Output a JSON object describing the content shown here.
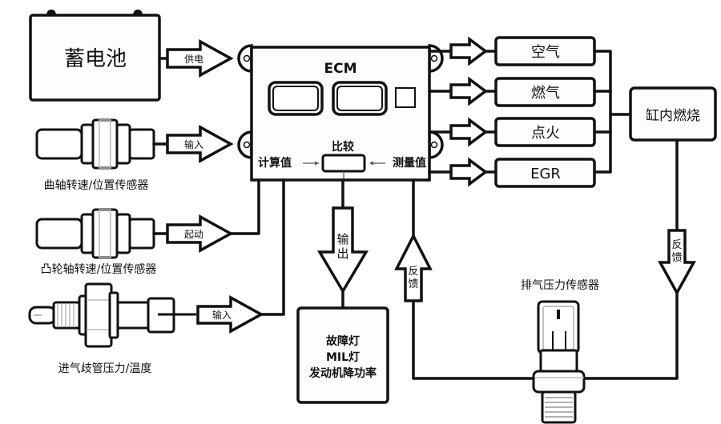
{
  "battery": {
    "label": "蓄电池"
  },
  "ecm": {
    "title": "ECM",
    "compare_label": "比较",
    "calculated_label": "计算值",
    "measured_label": "测量值"
  },
  "inputs": {
    "supply_arrow": "供电",
    "crank_arrow": "输入",
    "cam_arrow": "起动",
    "map_arrow": "输入"
  },
  "sensors": {
    "crank": "曲轴转速/位置传感器",
    "cam": "凸轮轴转速/位置传感器",
    "map": "进气歧管压力/温度",
    "exhaust": "排气压力传感器"
  },
  "outputs": [
    {
      "label": "空气"
    },
    {
      "label": "燃气"
    },
    {
      "label": "点火"
    },
    {
      "label": "EGR"
    }
  ],
  "combustion": {
    "label": "缸内燃烧"
  },
  "output_arrow": {
    "line1": "输",
    "line2": "出"
  },
  "feedback_up": {
    "line1": "反",
    "line2": "馈"
  },
  "feedback_down": {
    "line1": "反",
    "line2": "馈"
  },
  "fault_box": {
    "line1": "故障灯",
    "line2": "MIL灯",
    "line3": "发动机降功率"
  }
}
